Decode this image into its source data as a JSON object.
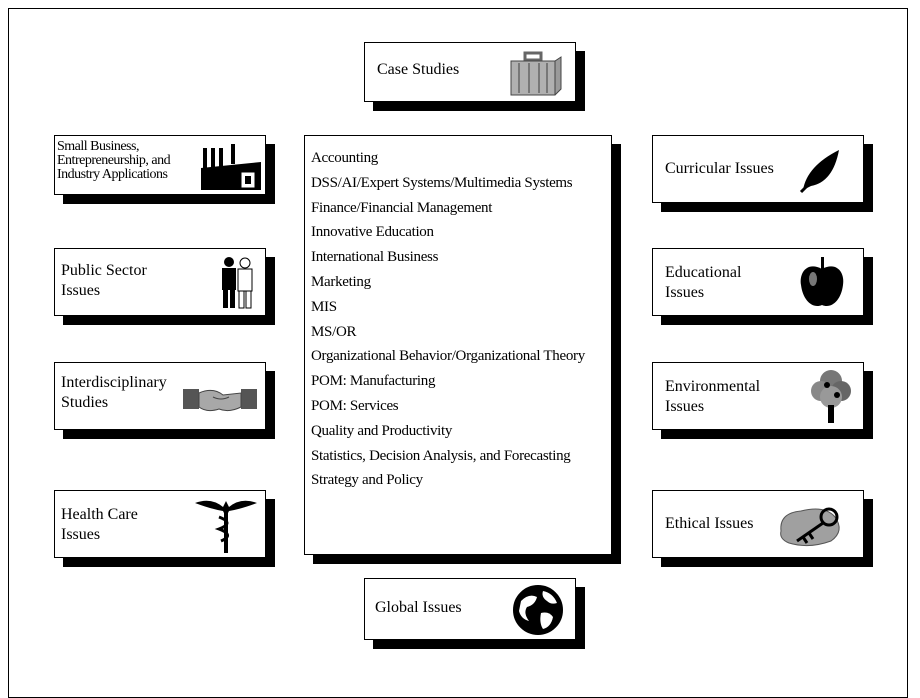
{
  "case_studies": {
    "label": "Case Studies",
    "icon": "briefcase-icon"
  },
  "global_issues": {
    "label": "Global Issues",
    "icon": "globe-icon"
  },
  "left_boxes": {
    "small_business": {
      "lines": [
        "Small Business,",
        "Entrepreneurship, and",
        "Industry Applications"
      ],
      "icon": "factory-icon"
    },
    "public_sector": {
      "lines": [
        "Public Sector",
        "Issues"
      ],
      "icon": "people-icon"
    },
    "interdisciplinary": {
      "lines": [
        "Interdisciplinary",
        "Studies"
      ],
      "icon": "handshake-icon"
    },
    "health_care": {
      "lines": [
        "Health Care",
        "Issues"
      ],
      "icon": "caduceus-icon"
    }
  },
  "right_boxes": {
    "curricular": {
      "lines": [
        "Curricular Issues"
      ],
      "icon": "leaf-icon"
    },
    "educational": {
      "lines": [
        "Educational",
        "Issues"
      ],
      "icon": "apple-icon"
    },
    "environmental": {
      "lines": [
        "Environmental",
        "Issues"
      ],
      "icon": "tree-icon"
    },
    "ethical": {
      "lines": [
        "Ethical Issues"
      ],
      "icon": "key-icon"
    }
  },
  "center": {
    "items": [
      "Accounting",
      "DSS/AI/Expert Systems/Multimedia Systems",
      "Finance/Financial Management",
      "Innovative Education",
      "International Business",
      "Marketing",
      "MIS",
      "MS/OR",
      "Organizational Behavior/Organizational Theory",
      "POM: Manufacturing",
      "POM: Services",
      "Quality and Productivity",
      "Statistics, Decision Analysis, and Forecasting",
      "Strategy and Policy"
    ]
  },
  "colors": {
    "ink": "#000000",
    "shadow": "#000000",
    "paper": "#ffffff",
    "icon_gray": "#8a8a8a"
  }
}
